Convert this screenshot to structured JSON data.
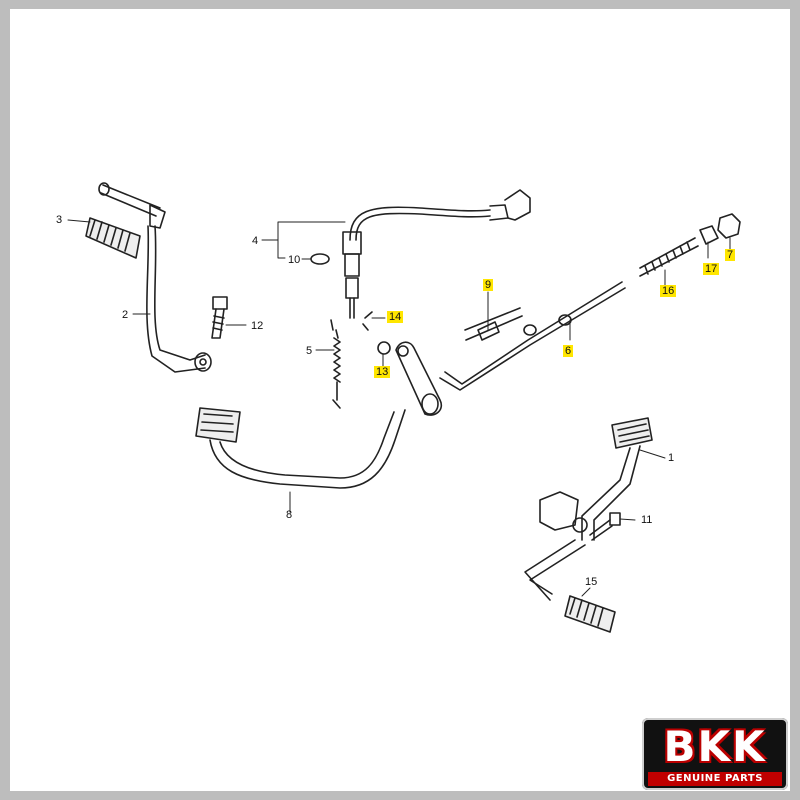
{
  "diagram": {
    "callouts": [
      {
        "id": "1",
        "highlighted": false
      },
      {
        "id": "2",
        "highlighted": false
      },
      {
        "id": "3",
        "highlighted": false
      },
      {
        "id": "4",
        "highlighted": false
      },
      {
        "id": "5",
        "highlighted": false
      },
      {
        "id": "6",
        "highlighted": true
      },
      {
        "id": "7",
        "highlighted": true
      },
      {
        "id": "8",
        "highlighted": false
      },
      {
        "id": "9",
        "highlighted": true
      },
      {
        "id": "10",
        "highlighted": false
      },
      {
        "id": "11",
        "highlighted": false
      },
      {
        "id": "12",
        "highlighted": false
      },
      {
        "id": "13",
        "highlighted": true
      },
      {
        "id": "14",
        "highlighted": true
      },
      {
        "id": "15",
        "highlighted": false
      },
      {
        "id": "16",
        "highlighted": true
      },
      {
        "id": "17",
        "highlighted": true
      }
    ],
    "highlight_color": "#ffe600",
    "line_color": "#222222"
  },
  "brand": {
    "name": "BKK",
    "tagline": "GENUINE PARTS",
    "colors": {
      "background": "#111111",
      "accent": "#c00000",
      "text": "#ffffff"
    }
  }
}
